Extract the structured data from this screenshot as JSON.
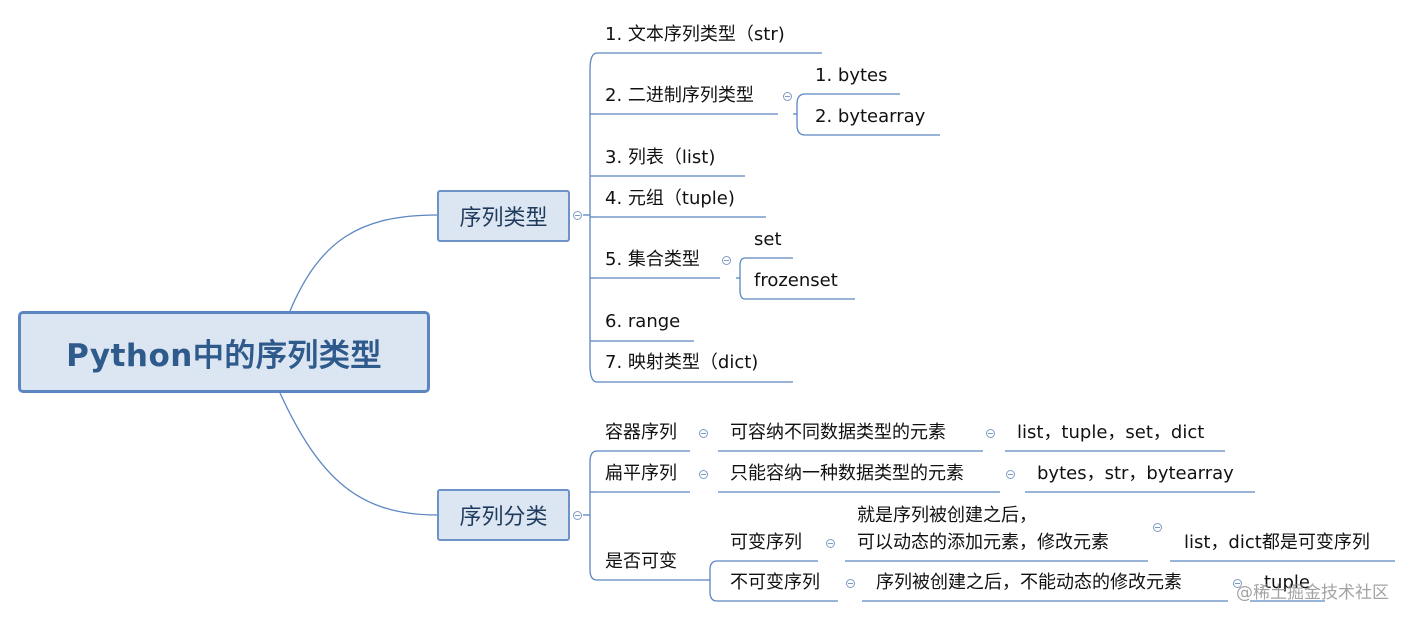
{
  "root": {
    "title": "Python中的序列类型"
  },
  "types": {
    "label": "序列类型",
    "items": [
      {
        "label": "1. 文本序列类型（str)"
      },
      {
        "label": "2. 二进制序列类型",
        "children": [
          "1. bytes",
          "2. bytearray"
        ]
      },
      {
        "label": "3. 列表（list)"
      },
      {
        "label": "4. 元组（tuple)"
      },
      {
        "label": "5. 集合类型",
        "children": [
          "set",
          "frozenset"
        ]
      },
      {
        "label": "6. range"
      },
      {
        "label": "7. 映射类型（dict)"
      }
    ]
  },
  "classification": {
    "label": "序列分类",
    "container": {
      "label": "容器序列",
      "desc": "可容纳不同数据类型的元素",
      "examples": "list，tuple，set，dict"
    },
    "flat": {
      "label": "扁平序列",
      "desc": "只能容纳一种数据类型的元素",
      "examples": "bytes，str，bytearray"
    },
    "mutability": {
      "label": "是否可变",
      "mutable": {
        "label": "可变序列",
        "desc_line1": "就是序列被创建之后，",
        "desc_line2": "可以动态的添加元素，修改元素",
        "examples": "list，dict都是可变序列"
      },
      "immutable": {
        "label": "不可变序列",
        "desc": "序列被创建之后，不能动态的修改元素",
        "examples": "tuple"
      }
    }
  },
  "watermark": "@稀土掘金技术社区",
  "colors": {
    "line": "#5b86c2",
    "node_fill": "#dce6f2",
    "root_border": "#5b86c2",
    "root_text": "#2f5a8c"
  }
}
